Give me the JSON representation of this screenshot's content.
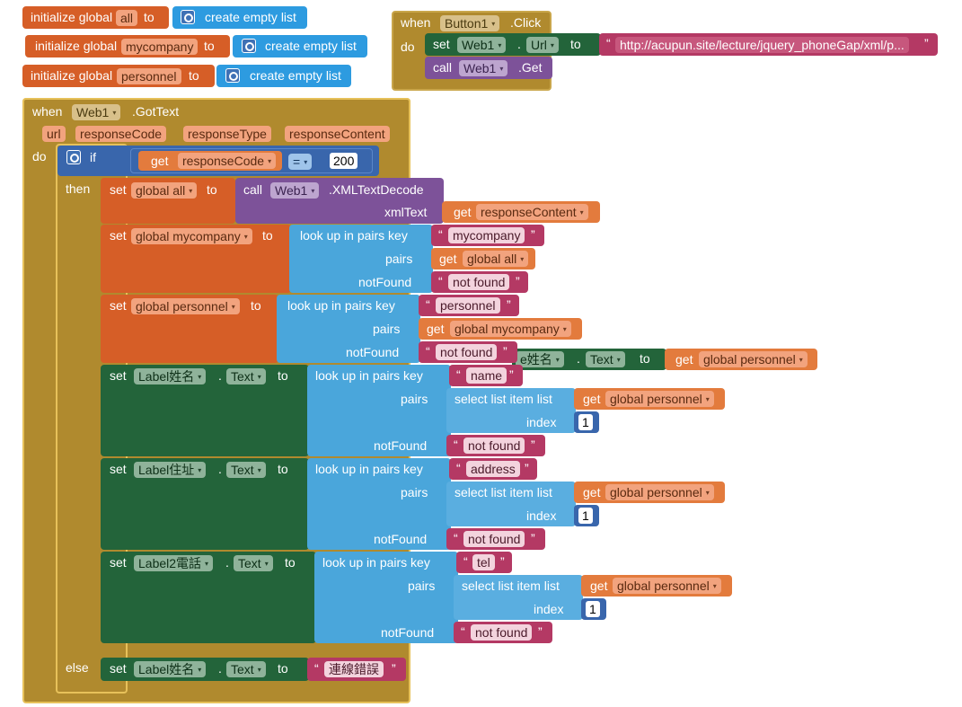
{
  "init_blocks": [
    {
      "prefix": "initialize global",
      "var": "all",
      "to": "to",
      "list": "create empty list"
    },
    {
      "prefix": "initialize global",
      "var": "mycompany",
      "to": "to",
      "list": "create empty list"
    },
    {
      "prefix": "initialize global",
      "var": "personnel",
      "to": "to",
      "list": "create empty list"
    }
  ],
  "click_event": {
    "when": "when",
    "component": "Button1",
    "event": ".Click",
    "do": "do",
    "set": "set",
    "set_component": "Web1",
    "property": "Url",
    "to": "to",
    "url_value": "http://acupun.site/lecture/jquery_phoneGap/xml/p...",
    "call": "call",
    "call_component": "Web1",
    "method": ".Get"
  },
  "gottext_event": {
    "when": "when",
    "component": "Web1",
    "event": ".GotText",
    "params": [
      "url",
      "responseCode",
      "responseType",
      "responseContent"
    ],
    "do": "do",
    "if": "if",
    "then": "then",
    "else": "else",
    "get": "get",
    "response_code": "responseCode",
    "op": "=",
    "code_value": "200",
    "set": "set",
    "to": "to",
    "global_all": "global all",
    "global_mycompany": "global mycompany",
    "global_personnel": "global personnel",
    "call": "call",
    "call_component": "Web1",
    "xml_method": ".XMLTextDecode",
    "xml_text": "xmlText",
    "response_content": "responseContent",
    "lookup": "look up in pairs  key",
    "pairs": "pairs",
    "not_found": "notFound",
    "not_found_value": "not found",
    "key_mycompany": "mycompany",
    "key_personnel": "personnel",
    "key_name": "name",
    "key_address": "address",
    "key_tel": "tel",
    "select": "select list item  list",
    "index": "index",
    "index_value": "1",
    "label_name": "Label姓名",
    "label_address": "Label住址",
    "label_tel": "Label2電話",
    "text_prop": "Text",
    "dot": ".",
    "stray_label": "e姓名",
    "else_value": "連線錯誤"
  }
}
